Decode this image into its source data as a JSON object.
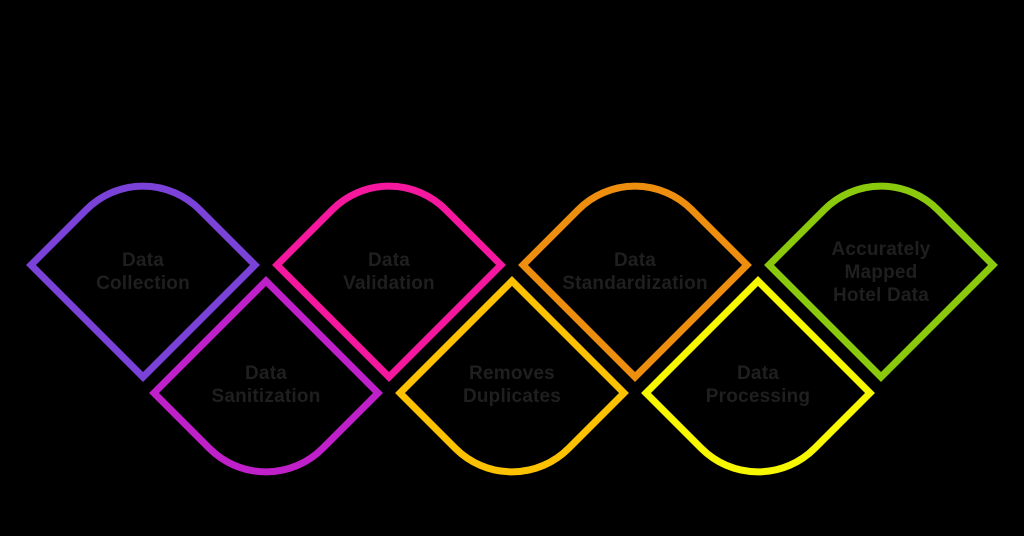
{
  "diagram": {
    "type": "process-chain",
    "background_color": "#000000",
    "label_text_color": "#1f1f1f",
    "stages": [
      {
        "label": "Data Collection",
        "lines": [
          "Data",
          "Collection"
        ],
        "color": "#7b42d9",
        "direction": "up"
      },
      {
        "label": "Data Sanitization",
        "lines": [
          "Data",
          "Sanitization"
        ],
        "color": "#bf20c9",
        "direction": "down"
      },
      {
        "label": "Data Validation",
        "lines": [
          "Data",
          "Validation"
        ],
        "color": "#f5189e",
        "direction": "up"
      },
      {
        "label": "Removes Duplicates",
        "lines": [
          "Removes",
          "Duplicates"
        ],
        "color": "#fcc100",
        "direction": "down"
      },
      {
        "label": "Data Standardization",
        "lines": [
          "Data",
          "Standardization"
        ],
        "color": "#ee8e0f",
        "direction": "up"
      },
      {
        "label": "Data Processing",
        "lines": [
          "Data",
          "Processing"
        ],
        "color": "#f7f700",
        "direction": "down"
      },
      {
        "label": "Accurately Mapped Hotel Data",
        "lines": [
          "Accurately",
          "Mapped",
          "Hotel Data"
        ],
        "color": "#8bc90d",
        "direction": "up"
      }
    ]
  }
}
